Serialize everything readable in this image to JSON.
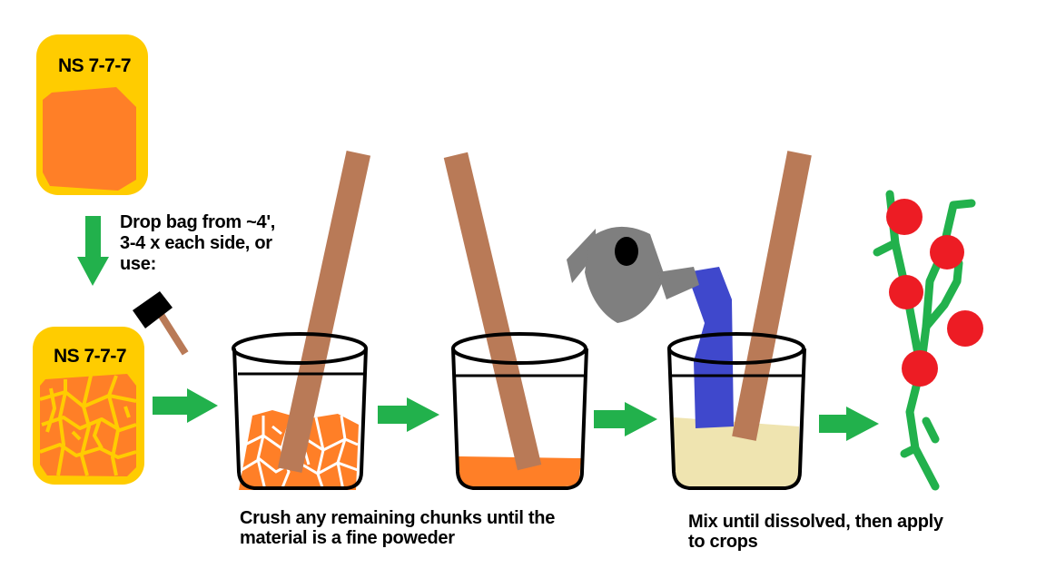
{
  "bag_top": {
    "label": "NS 7-7-7"
  },
  "bag_bottom": {
    "label": "NS 7-7-7"
  },
  "instructions": {
    "drop_line1": "Drop bag from ~4',",
    "drop_line2": "3-4 x each side, or",
    "drop_line3": "use:",
    "crush_line1": "Crush any remaining chunks until the",
    "crush_line2": "material is a fine poweder",
    "mix_line1": "Mix until dissolved, then apply",
    "mix_line2": "to crops"
  },
  "icons": [
    "mallet-icon",
    "watering-can-icon",
    "arrow-icon",
    "stick-icon",
    "tomato-plant-icon"
  ],
  "colors": {
    "bag": "#ffcc00",
    "fertilizer": "#ff7f27",
    "arrow": "#22b14c",
    "stick": "#b97a57",
    "water": "#3f48cc",
    "solution": "#efe4b0",
    "tomato": "#ed1c24",
    "stem": "#22b14c",
    "can": "#7f7f7f"
  }
}
